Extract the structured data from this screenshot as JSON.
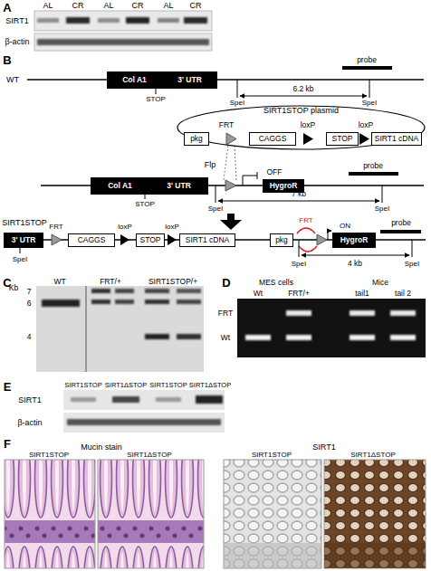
{
  "diagram": {
    "nodes": [
      {
        "text": [
          "Col A1",
          "3' UTR"
        ]
      },
      {
        "text": [
          "SIRT1STOP plasmid"
        ]
      },
      {
        "text": [
          "pkg"
        ],
        "in": 1
      },
      {
        "text": [
          "CAGGS"
        ],
        "in": 1
      },
      {
        "text": [
          "STOP"
        ],
        "in": 1
      },
      {
        "text": [
          "SIRT1 cDNA"
        ],
        "in": 1
      },
      {
        "text": [
          "Col A1",
          "3' UTR"
        ]
      },
      {
        "text": [
          "HygroR"
        ]
      },
      {
        "text": [
          "3' UTR"
        ]
      },
      {
        "text": [
          "CAGGS"
        ]
      },
      {
        "text": [
          "STOP"
        ]
      },
      {
        "text": [
          "SIRT1 cDNA"
        ]
      },
      {
        "text": [
          "pkg"
        ]
      },
      {
        "text": [
          "HygroR"
        ]
      }
    ],
    "labels": [
      "A",
      "AL",
      "CR",
      "AL",
      "CR",
      "AL",
      "CR",
      "SIRT1",
      "β-actin",
      "B",
      "WT",
      "STOP",
      "6.2 kb",
      "SpeI",
      "SpeI",
      "probe",
      "FRT",
      "loxP",
      "loxP",
      "Flp",
      "STOP",
      "OFF",
      "probe",
      "SpeI",
      "7 kb",
      "SpeI",
      "SIRT1STOP",
      "SpeI",
      "FRT",
      "loxP",
      "loxP",
      "FRT",
      "ON",
      "probe",
      "SpeI",
      "4 kb",
      "SpeI",
      "C",
      "Kb",
      "7",
      "6",
      "4",
      "WT",
      "FRT/+",
      "SIRT1STOP/+",
      "D",
      "MES cells",
      "Mice",
      "Wt",
      "FRT/+",
      "tail1",
      "tail 2",
      "FRT",
      "Wt",
      "E",
      "SIRT1STOP",
      "SIRT1ΔSTOP",
      "SIRT1STOP",
      "SIRT1ΔSTOP",
      "SIRT1",
      "β-actin",
      "F",
      "Mucin stain",
      "SIRT1",
      "SIRT1STOP",
      "SIRT1ΔSTOP",
      "SIRT1STOP",
      "SIRT1ΔSTOP"
    ]
  }
}
